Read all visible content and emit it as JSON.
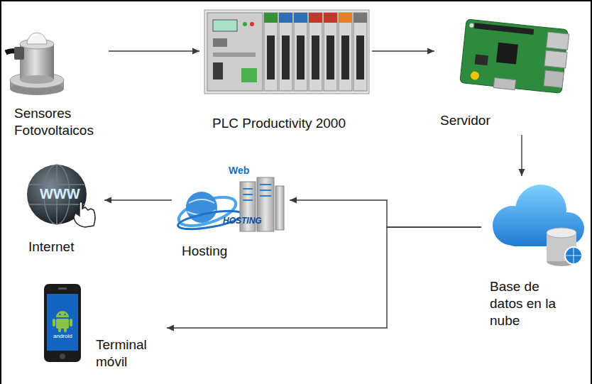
{
  "diagram": {
    "nodes": [
      {
        "text": [
          "Sensores Fotovoltaicos"
        ]
      },
      {
        "text": [
          "PLC Productivity 2000"
        ]
      },
      {
        "text": [
          "Servidor"
        ]
      },
      {
        "text": [
          "Internet"
        ]
      },
      {
        "text": [
          "Hosting"
        ]
      },
      {
        "text": [
          "Base de datos en la nube"
        ]
      },
      {
        "text": [
          "Terminal móvil"
        ]
      }
    ],
    "edges": [
      {
        "from": 0,
        "to": 1,
        "arrow": "to"
      },
      {
        "from": 1,
        "to": 2,
        "arrow": "to"
      },
      {
        "from": 2,
        "to": 5,
        "arrow": "to"
      },
      {
        "from": 5,
        "to": 4,
        "arrow": "to"
      },
      {
        "from": 4,
        "to": 3,
        "arrow": "to"
      },
      {
        "from": 5,
        "to": 6,
        "arrow": "to"
      }
    ],
    "labels": [
      "Web",
      "HOSTING",
      "WWW",
      "android"
    ]
  }
}
